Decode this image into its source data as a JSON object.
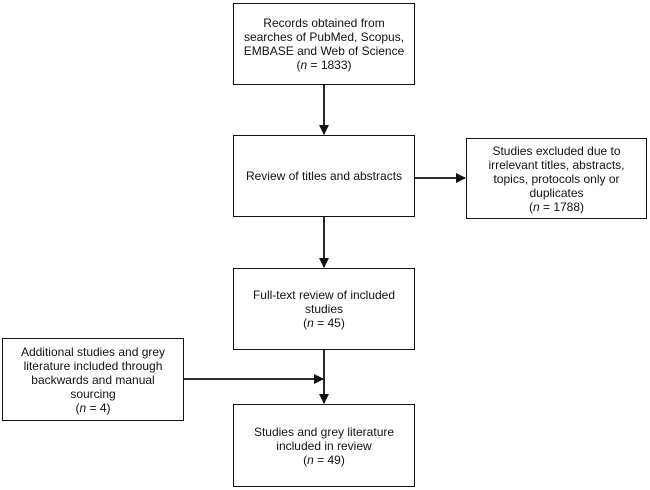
{
  "records": {
    "line1": "Records obtained from",
    "line2": "searches of PubMed, Scopus,",
    "line3": "EMBASE and Web of Science",
    "n_var": "n",
    "n_eq": " = 1833"
  },
  "review": {
    "line1": "Review of titles and abstracts"
  },
  "excluded": {
    "line1": "Studies excluded due to",
    "line2": "irrelevant titles, abstracts,",
    "line3": "topics, protocols only or",
    "line4": "duplicates",
    "n_var": "n",
    "n_eq": " = 1788"
  },
  "fulltext": {
    "line1": "Full-text review of included",
    "line2": "studies",
    "n_var": "n",
    "n_eq": " = 45"
  },
  "additional": {
    "line1": "Additional studies and grey",
    "line2": "literature included through",
    "line3": "backwards and manual",
    "line4": "sourcing",
    "n_var": "n",
    "n_eq": " = 4"
  },
  "included": {
    "line1": "Studies and grey literature",
    "line2": "included in review",
    "n_var": "n",
    "n_eq": " = 49"
  }
}
